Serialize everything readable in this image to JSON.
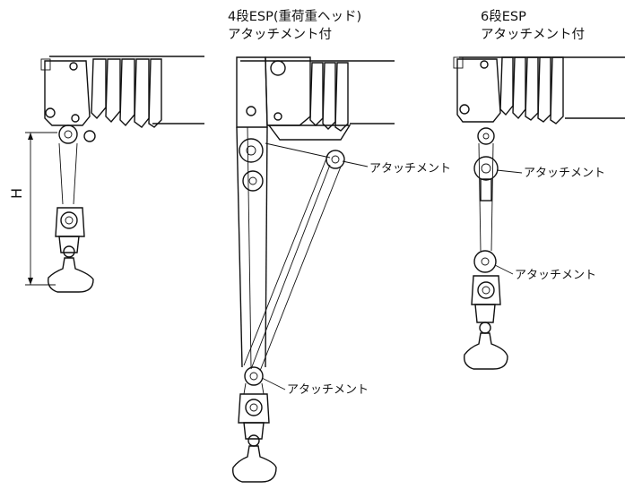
{
  "title_middle_line1": "4段ESP(重荷重ヘッド)",
  "title_middle_line2": "アタッチメント付",
  "title_right_line1": "6段ESP",
  "title_right_line2": "アタッチメント付",
  "dimension_label": "H",
  "attachment_label": "アタッチメント"
}
